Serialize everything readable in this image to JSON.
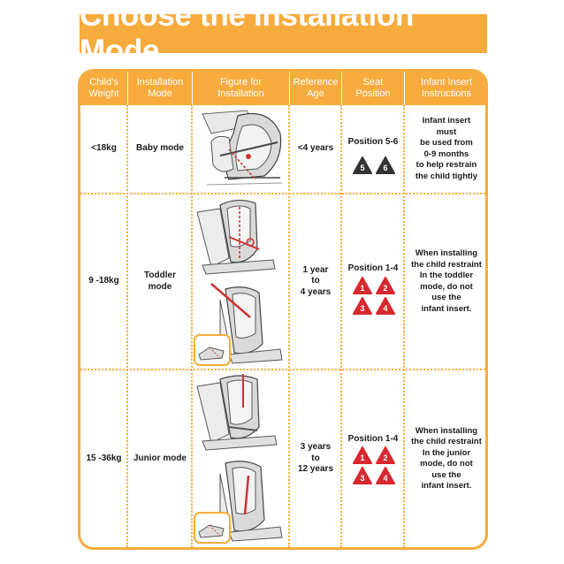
{
  "title": "Choose the Installation Mode",
  "headers": {
    "weight": "Child's\nWeight",
    "mode": "Installation\nMode",
    "figure": "Figure for\nInstallation",
    "age": "Reference\nAge",
    "position": "Seat\nPosition",
    "insert": "Infant Insert\nInstructions"
  },
  "rows": [
    {
      "weight": "<18kg",
      "mode": "Baby mode",
      "age": "<4 years",
      "position": "Position 5-6",
      "badges": [
        "5",
        "6"
      ],
      "badge_color": "#333333",
      "insert": "Infant insert\nmust\nbe used from\n0-9 months\nto help restrain\nthe child tightly"
    },
    {
      "weight": "9 -18kg",
      "mode": "Toddler\nmode",
      "age": "1 year\nto\n4 years",
      "position": "Position 1-4",
      "badges": [
        "1",
        "2",
        "3",
        "4"
      ],
      "badge_color": "#d7282f",
      "insert": "When installing\nthe child restraint\nIn the toddler\nmode, do not\nuse the\ninfant insert."
    },
    {
      "weight": "15 -36kg",
      "mode": "Junior mode",
      "age": "3 years\nto\n12 years",
      "position": "Position 1-4",
      "badges": [
        "1",
        "2",
        "3",
        "4"
      ],
      "badge_color": "#d7282f",
      "insert": "When installing\nthe child restraint\nIn the junior\nmode, do not\nuse the\ninfant insert."
    }
  ],
  "colors": {
    "accent": "#f6ab3c",
    "red": "#d7282f",
    "dark": "#333333"
  }
}
